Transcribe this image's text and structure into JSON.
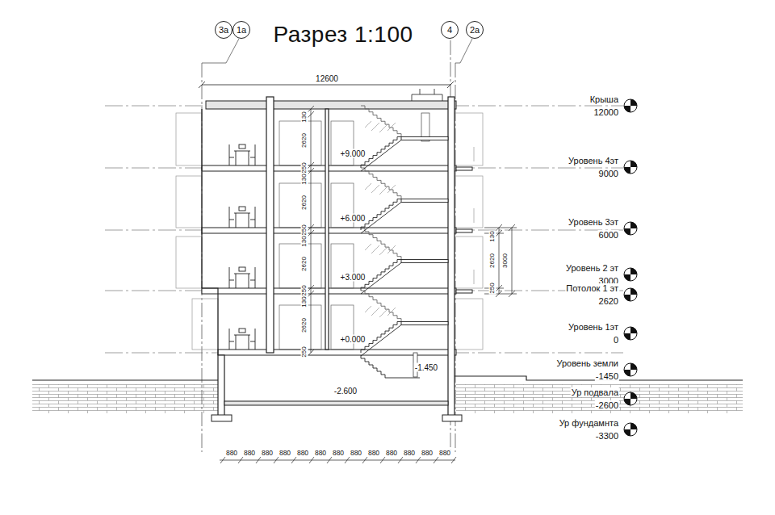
{
  "diagram": {
    "title": "Разрез 1:100",
    "nodes": [
      {
        "text": [
          "3а"
        ]
      },
      {
        "text": [
          "1а"
        ]
      },
      {
        "text": [
          "4"
        ]
      },
      {
        "text": [
          "2а"
        ]
      }
    ],
    "labels": [
      "12600",
      "Крыша",
      "12000",
      "Уровень 4эт",
      "9000",
      "Уровень 3эт",
      "6000",
      "Уровень 2 эт",
      "3000",
      "Потолок 1 эт",
      "2620",
      "Уровень 1эт",
      "0",
      "Уровень земли",
      "-1450",
      "Ур подвала",
      "-2600",
      "Ур фундамнта",
      "-3300",
      "130",
      "2620",
      "250",
      "130",
      "2620",
      "250",
      "130",
      "2620",
      "250",
      "130",
      "2620",
      "250",
      "130",
      "2620",
      "3000",
      "250",
      "+9.000",
      "+6.000",
      "+3.000",
      "+0.000",
      "-1.450",
      "-2.600",
      "880",
      "880",
      "880",
      "880",
      "880",
      "880",
      "880",
      "880",
      "880",
      "880",
      "880",
      "880",
      "880"
    ]
  }
}
